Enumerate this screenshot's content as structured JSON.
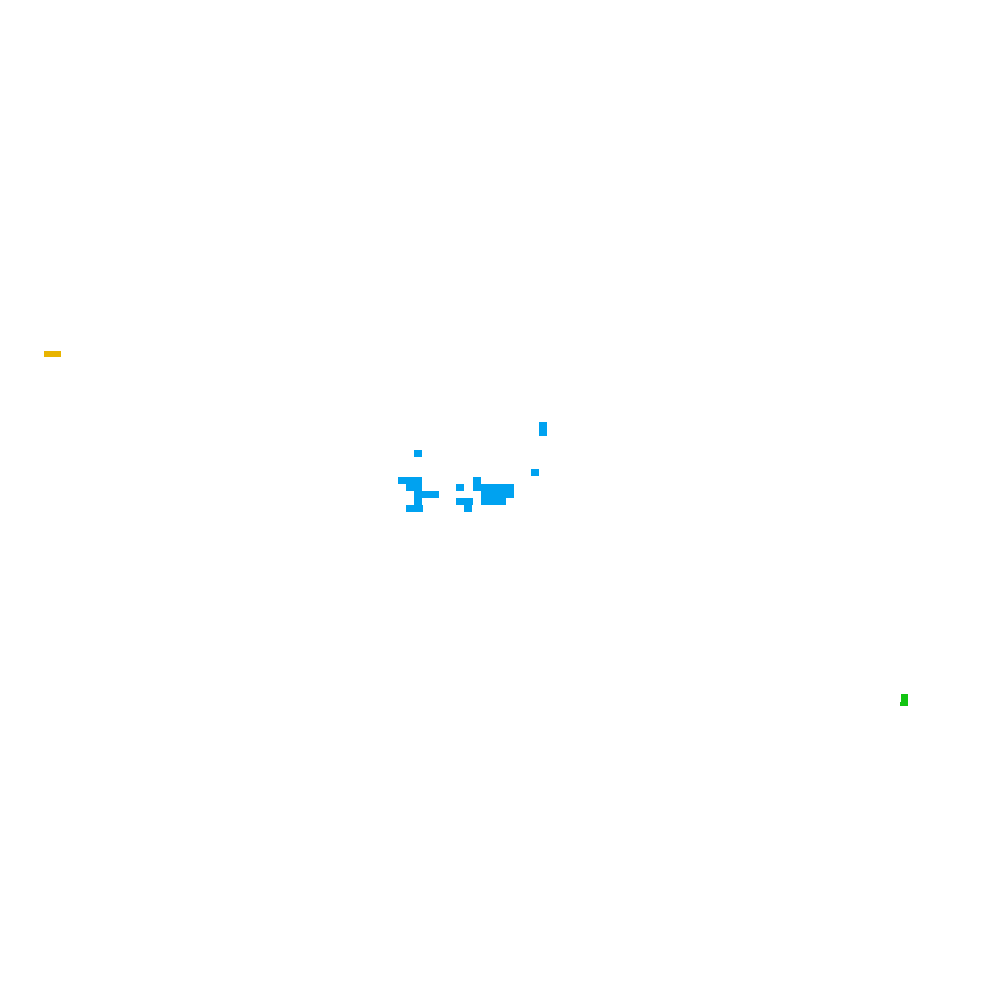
{
  "colors": {
    "background": "#ffffff",
    "blue": "#00a2f0",
    "yellow": "#e8b400",
    "green": "#12c412"
  },
  "entities": [
    {
      "id": "yellow-player",
      "color": "yellow"
    },
    {
      "id": "blue-colony",
      "color": "blue"
    },
    {
      "id": "green-player",
      "color": "green"
    }
  ]
}
